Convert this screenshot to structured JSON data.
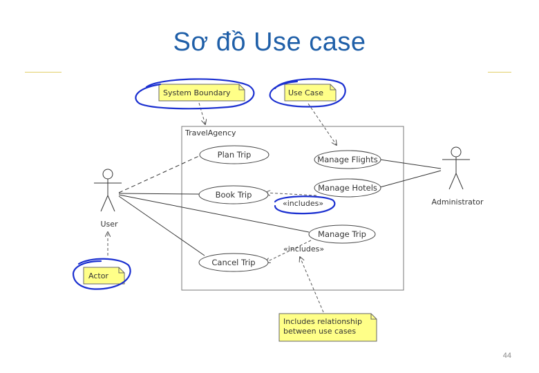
{
  "slide": {
    "title": "Sơ đồ Use case",
    "page_number": "44"
  },
  "diagram": {
    "system_name": "TravelAgency",
    "use_cases": {
      "plan_trip": "Plan Trip",
      "book_trip": "Book Trip",
      "cancel_trip": "Cancel Trip",
      "manage_flights": "Manage Flights",
      "manage_hotels": "Manage Hotels",
      "manage_trip": "Manage Trip"
    },
    "actors": {
      "user": "User",
      "administrator": "Administrator"
    },
    "relations": {
      "includes_1": "«includes»",
      "includes_2": "«includes»"
    },
    "notes": {
      "system_boundary": "System Boundary",
      "use_case": "Use Case",
      "actor": "Actor",
      "includes_line1": "Includes relationship",
      "includes_line2": "between use cases"
    },
    "colors": {
      "highlight": "#1a2fd0",
      "note_fill": "#ffff88",
      "title": "#1f5fa8"
    }
  }
}
